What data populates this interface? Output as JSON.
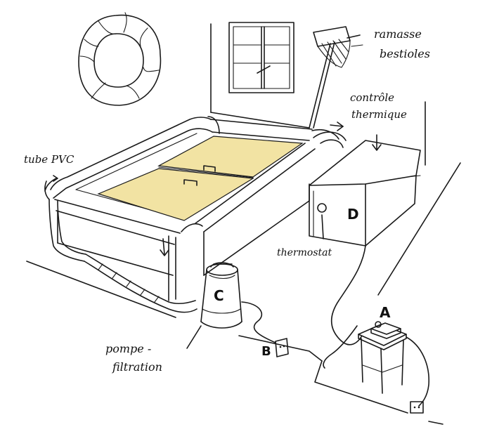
{
  "colors": {
    "ink": "#1a1a1a",
    "paper": "#ffffff",
    "pool_cover": "#f2e3a3"
  },
  "labels": {
    "tube_pvc": "tube PVC",
    "ramasse": "ramasse",
    "bestioles": "bestioles",
    "controle": "contrôle",
    "thermique": "thermique",
    "thermostat": "thermostat",
    "pompe": "pompe -",
    "filtration": "filtration",
    "letter_a": "A",
    "letter_b": "B",
    "letter_c": "C",
    "letter_d": "D"
  },
  "icons": {
    "float_ring": "inflatable-ring-icon",
    "net": "skimmer-net-icon",
    "window": "window-icon",
    "outlet": "power-outlet-icon"
  }
}
